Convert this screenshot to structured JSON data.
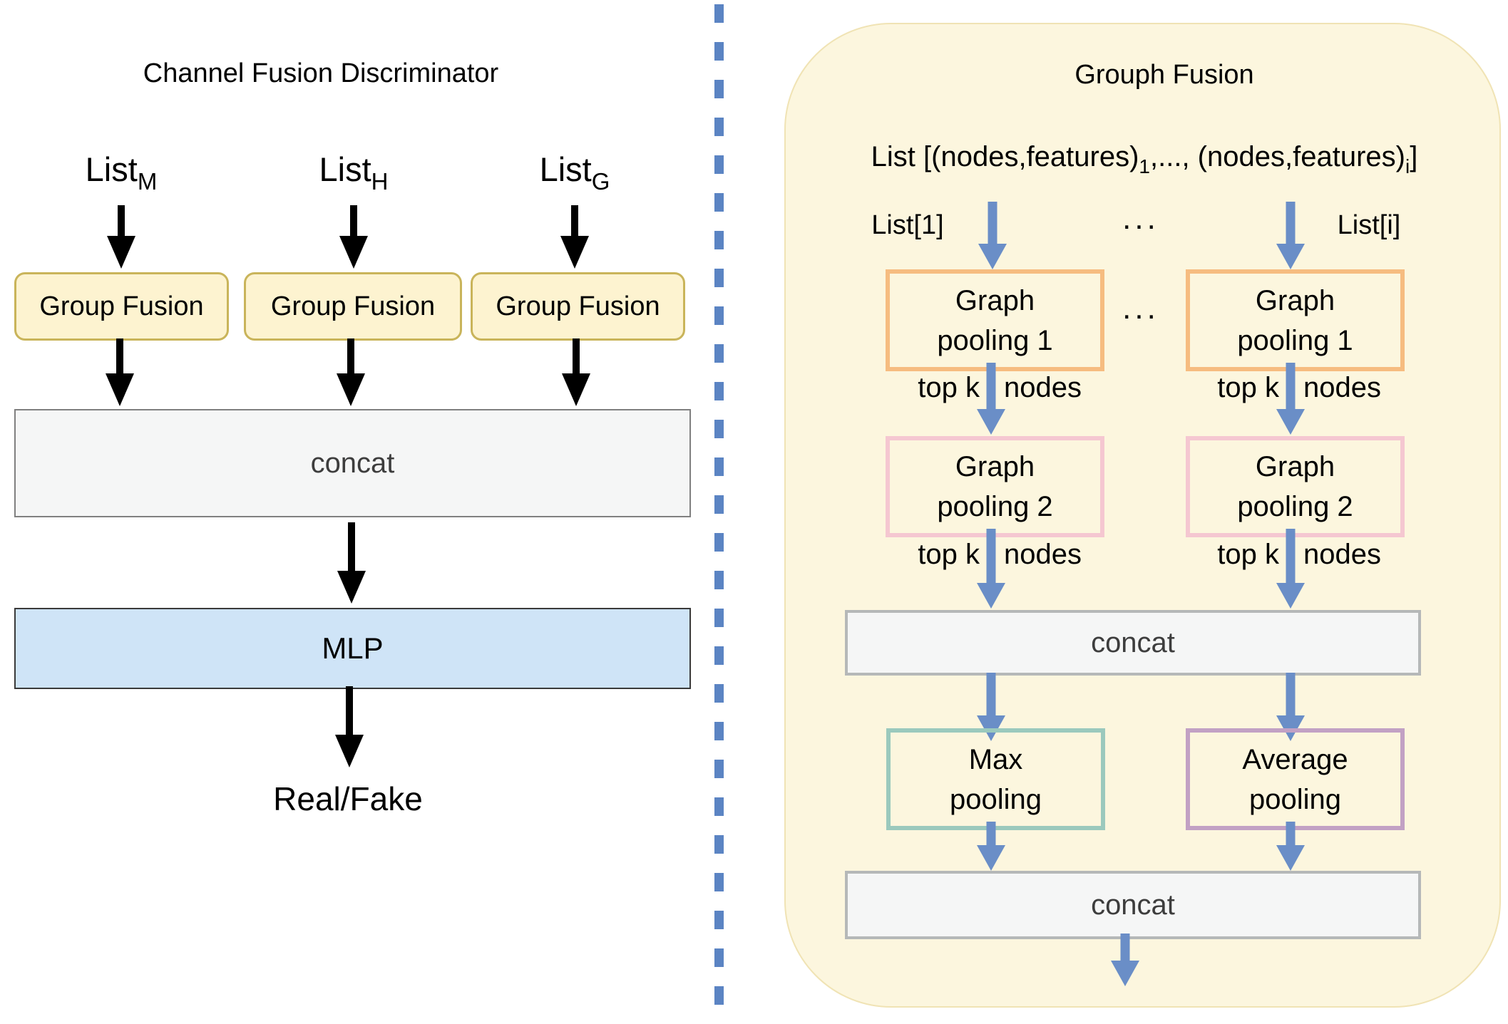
{
  "left_panel": {
    "title": "Channel Fusion Discriminator",
    "inputs": [
      {
        "base": "List",
        "subscript": "M"
      },
      {
        "base": "List",
        "subscript": "H"
      },
      {
        "base": "List",
        "subscript": "G"
      }
    ],
    "group_fusion_boxes": [
      {
        "label": "Group Fusion"
      },
      {
        "label": "Group Fusion"
      },
      {
        "label": "Group Fusion"
      }
    ],
    "concat_label": "concat",
    "mlp_label": "MLP",
    "output_label": "Real/Fake"
  },
  "right_panel": {
    "title": "Grouph Fusion",
    "input_line": {
      "prefix": "List [(nodes,features)",
      "sub1": "1",
      "middle": ",...,  (nodes,features)",
      "sub2": "i",
      "suffix": "]"
    },
    "ellipsis_top": "...",
    "ellipsis_between": "...",
    "columns": [
      {
        "branch_label": "List[1]",
        "pooling1_line1": "Graph",
        "pooling1_line2": "pooling 1",
        "topk1_left": "top k",
        "topk1_right": "nodes",
        "pooling2_line1": "Graph",
        "pooling2_line2": "pooling 2",
        "topk2_left": "top k",
        "topk2_right": "nodes"
      },
      {
        "branch_label": "List[i]",
        "pooling1_line1": "Graph",
        "pooling1_line2": "pooling 1",
        "topk1_left": "top k",
        "topk1_right": "nodes",
        "pooling2_line1": "Graph",
        "pooling2_line2": "pooling 2",
        "topk2_left": "top k",
        "topk2_right": "nodes"
      }
    ],
    "concat_top_label": "concat",
    "max_pooling": {
      "line1": "Max",
      "line2": "pooling"
    },
    "avg_pooling": {
      "line1": "Average",
      "line2": "pooling"
    },
    "concat_bottom_label": "concat"
  },
  "colors": {
    "panel_fill": "#fcf6de",
    "panel_border": "#f0e3b4",
    "group_fusion_fill": "#fdf3d0",
    "group_fusion_border": "#c9b45a",
    "graph_pooling1_border": "#f6bc80",
    "graph_pooling2_border": "#f5c7d1",
    "max_pooling_border": "#9bc9bd",
    "average_pooling_border": "#c2a1c4",
    "concat_fill": "#f5f6f6",
    "mlp_fill": "#cfe4f7",
    "arrow_blue": "#6a8ec7",
    "arrow_black": "#000000",
    "divider_blue": "#5b84c3"
  }
}
